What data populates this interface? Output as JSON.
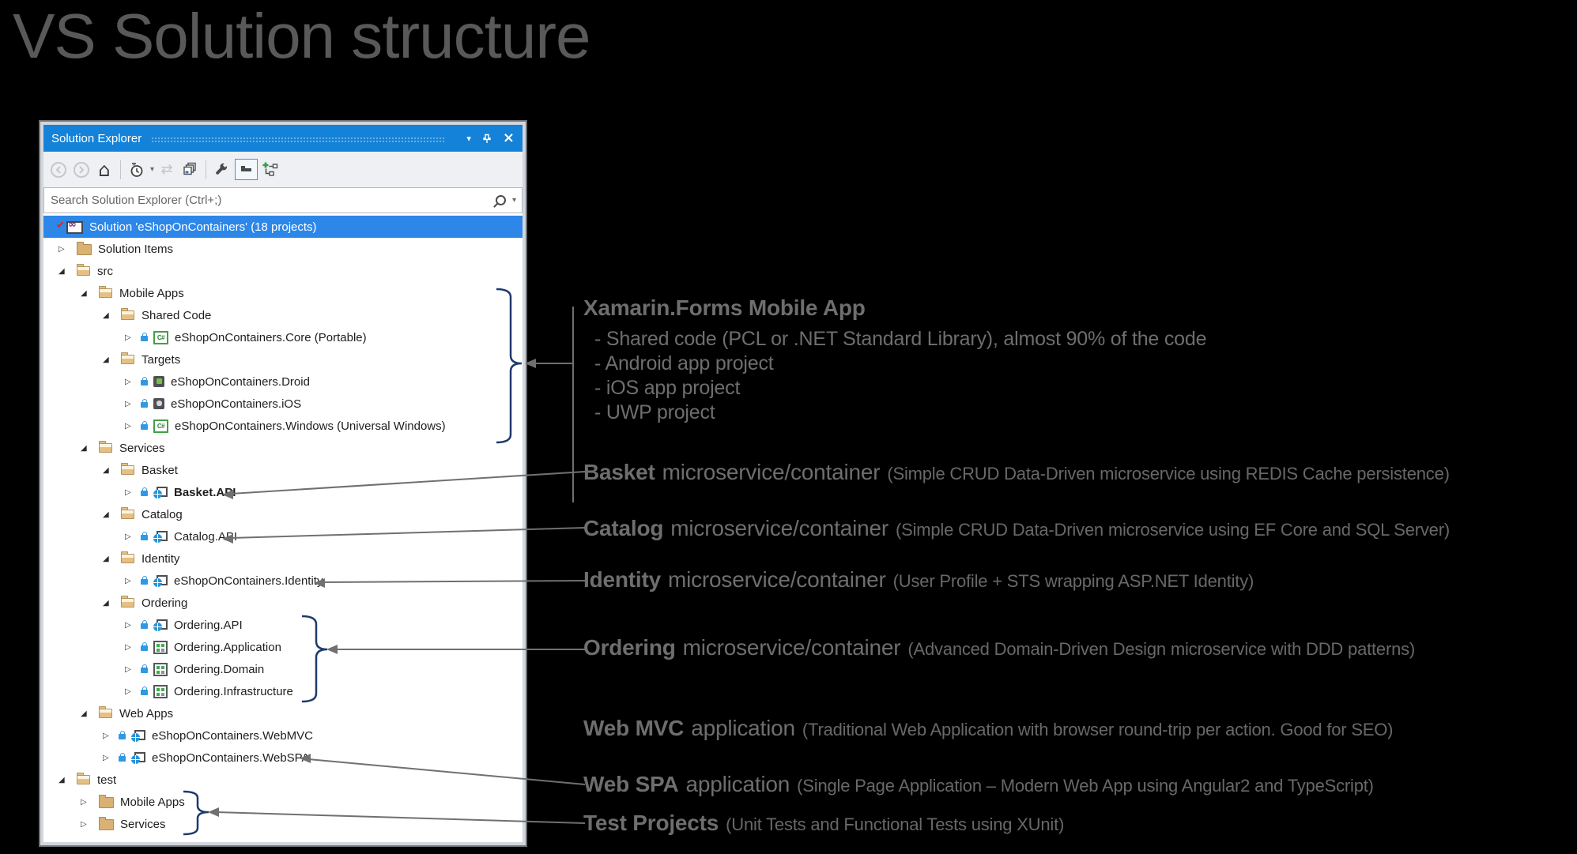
{
  "page": {
    "title": "VS Solution structure"
  },
  "panel": {
    "titlebar": {
      "title": "Solution Explorer",
      "icons": [
        "window-position-caret-icon",
        "pin-icon",
        "close-icon"
      ]
    },
    "toolbar": {
      "icons": [
        "back-icon",
        "forward-icon",
        "home-icon",
        "pending-changes-filter-icon",
        "dropdown-caret-icon",
        "refresh-icon",
        "collapse-all-icon",
        "wrench-icon",
        "preview-selected-items-icon",
        "sync-with-active-document-icon"
      ]
    },
    "search": {
      "placeholder": "Search Solution Explorer (Ctrl+;)",
      "icons": [
        "magnifier-icon",
        "dropdown-caret-icon"
      ]
    }
  },
  "tree": {
    "rows": [
      {
        "label": "Solution 'eShopOnContainers' (18 projects)",
        "level": 0,
        "expander": "none",
        "icon": "solution",
        "lock": false,
        "bold": false,
        "selected": true
      },
      {
        "label": "Solution Items",
        "level": 1,
        "expander": "collapsed",
        "icon": "folder-closed",
        "lock": false,
        "bold": false,
        "selected": false
      },
      {
        "label": "src",
        "level": 1,
        "expander": "expanded",
        "icon": "folder-open",
        "lock": false,
        "bold": false,
        "selected": false
      },
      {
        "label": "Mobile Apps",
        "level": 2,
        "expander": "expanded",
        "icon": "folder-open",
        "lock": false,
        "bold": false,
        "selected": false
      },
      {
        "label": "Shared Code",
        "level": 3,
        "expander": "expanded",
        "icon": "folder-open",
        "lock": false,
        "bold": false,
        "selected": false
      },
      {
        "label": "eShopOnContainers.Core (Portable)",
        "level": 4,
        "expander": "collapsed",
        "icon": "csharp",
        "lock": true,
        "bold": false,
        "selected": false
      },
      {
        "label": "Targets",
        "level": 3,
        "expander": "expanded",
        "icon": "folder-open",
        "lock": false,
        "bold": false,
        "selected": false
      },
      {
        "label": "eShopOnContainers.Droid",
        "level": 4,
        "expander": "collapsed",
        "icon": "android",
        "lock": true,
        "bold": false,
        "selected": false
      },
      {
        "label": "eShopOnContainers.iOS",
        "level": 4,
        "expander": "collapsed",
        "icon": "ios",
        "lock": true,
        "bold": false,
        "selected": false
      },
      {
        "label": "eShopOnContainers.Windows (Universal Windows)",
        "level": 4,
        "expander": "collapsed",
        "icon": "csharp",
        "lock": true,
        "bold": false,
        "selected": false
      },
      {
        "label": "Services",
        "level": 2,
        "expander": "expanded",
        "icon": "folder-open",
        "lock": false,
        "bold": false,
        "selected": false
      },
      {
        "label": "Basket",
        "level": 3,
        "expander": "expanded",
        "icon": "folder-open",
        "lock": false,
        "bold": false,
        "selected": false
      },
      {
        "label": "Basket.API",
        "level": 4,
        "expander": "collapsed",
        "icon": "web",
        "lock": true,
        "bold": true,
        "selected": false
      },
      {
        "label": "Catalog",
        "level": 3,
        "expander": "expanded",
        "icon": "folder-open",
        "lock": false,
        "bold": false,
        "selected": false
      },
      {
        "label": "Catalog.API",
        "level": 4,
        "expander": "collapsed",
        "icon": "web",
        "lock": true,
        "bold": false,
        "selected": false
      },
      {
        "label": "Identity",
        "level": 3,
        "expander": "expanded",
        "icon": "folder-open",
        "lock": false,
        "bold": false,
        "selected": false
      },
      {
        "label": "eShopOnContainers.Identity",
        "level": 4,
        "expander": "collapsed",
        "icon": "web",
        "lock": true,
        "bold": false,
        "selected": false
      },
      {
        "label": "Ordering",
        "level": 3,
        "expander": "expanded",
        "icon": "folder-open",
        "lock": false,
        "bold": false,
        "selected": false
      },
      {
        "label": "Ordering.API",
        "level": 4,
        "expander": "collapsed",
        "icon": "web",
        "lock": true,
        "bold": false,
        "selected": false
      },
      {
        "label": "Ordering.Application",
        "level": 4,
        "expander": "collapsed",
        "icon": "lib",
        "lock": true,
        "bold": false,
        "selected": false
      },
      {
        "label": "Ordering.Domain",
        "level": 4,
        "expander": "collapsed",
        "icon": "lib",
        "lock": true,
        "bold": false,
        "selected": false
      },
      {
        "label": "Ordering.Infrastructure",
        "level": 4,
        "expander": "collapsed",
        "icon": "lib",
        "lock": true,
        "bold": false,
        "selected": false
      },
      {
        "label": "Web Apps",
        "level": 2,
        "expander": "expanded",
        "icon": "folder-open",
        "lock": false,
        "bold": false,
        "selected": false
      },
      {
        "label": "eShopOnContainers.WebMVC",
        "level": 3,
        "expander": "collapsed",
        "icon": "web",
        "lock": true,
        "bold": false,
        "selected": false
      },
      {
        "label": "eShopOnContainers.WebSPA",
        "level": 3,
        "expander": "collapsed",
        "icon": "web",
        "lock": true,
        "bold": false,
        "selected": false
      },
      {
        "label": "test",
        "level": 1,
        "expander": "expanded",
        "icon": "folder-open",
        "lock": false,
        "bold": false,
        "selected": false
      },
      {
        "label": "Mobile Apps",
        "level": 2,
        "expander": "collapsed",
        "icon": "folder-closed",
        "lock": false,
        "bold": false,
        "selected": false
      },
      {
        "label": "Services",
        "level": 2,
        "expander": "collapsed",
        "icon": "folder-closed",
        "lock": false,
        "bold": false,
        "selected": false
      }
    ]
  },
  "annotations": {
    "xamarin": {
      "title": "Xamarin.Forms Mobile App",
      "bullets": [
        "- Shared code (PCL or .NET Standard Library), almost 90% of the code",
        "- Android app project",
        "- iOS app project",
        "- UWP project"
      ]
    },
    "basket": {
      "bold": "Basket",
      "mid": "microservice/container",
      "paren": "(Simple CRUD Data-Driven microservice using REDIS Cache persistence)"
    },
    "catalog": {
      "bold": "Catalog",
      "mid": "microservice/container",
      "paren": "(Simple CRUD Data-Driven microservice using EF Core and SQL Server)"
    },
    "identity": {
      "bold": "Identity",
      "mid": "microservice/container",
      "paren": "(User Profile + STS wrapping ASP.NET Identity)"
    },
    "ordering": {
      "bold": "Ordering",
      "mid": "microservice/container",
      "paren": "(Advanced Domain-Driven Design microservice with DDD patterns)"
    },
    "webmvc": {
      "bold": "Web MVC",
      "mid": "application",
      "paren": "(Traditional Web Application with browser round-trip per action. Good for SEO)"
    },
    "webspa": {
      "bold": "Web SPA",
      "mid": "application",
      "paren": "(Single Page Application – Modern Web App using Angular2 and TypeScript)"
    },
    "test": {
      "bold": "Test Projects",
      "paren": "(Unit Tests and Functional Tests using XUnit)"
    }
  },
  "colors": {
    "titlebar_blue": "#1382d8",
    "selection_blue": "#2d87e8",
    "folder_tan": "#d8b173",
    "annotation_gray": "#6e6e6e",
    "connector_gray": "#707070",
    "brace_navy": "#1d3a6e"
  }
}
